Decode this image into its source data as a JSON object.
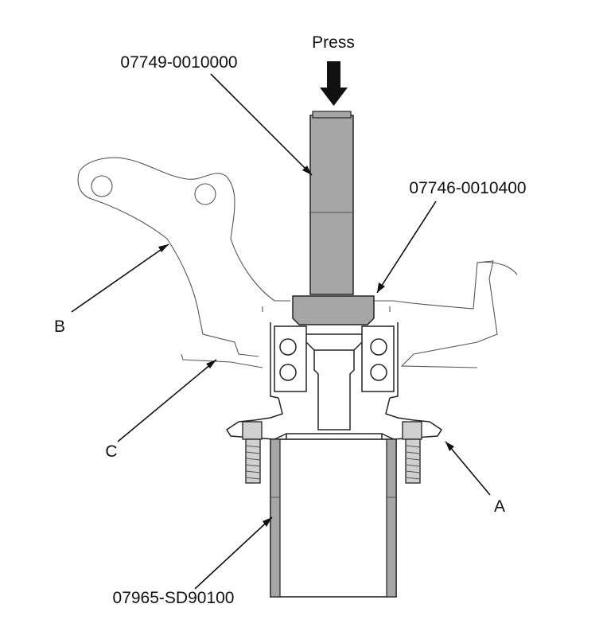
{
  "labels": {
    "press": "Press",
    "tool_top": "07749-0010000",
    "tool_mid": "07746-0010400",
    "tool_bottom": "07965-SD90100",
    "callout_a": "A",
    "callout_b": "B",
    "callout_c": "C"
  },
  "colors": {
    "tool_fill": "#a6a6a6",
    "tool_fill_dark": "#8c8c8c",
    "line": "#222222",
    "background": "#ffffff"
  }
}
